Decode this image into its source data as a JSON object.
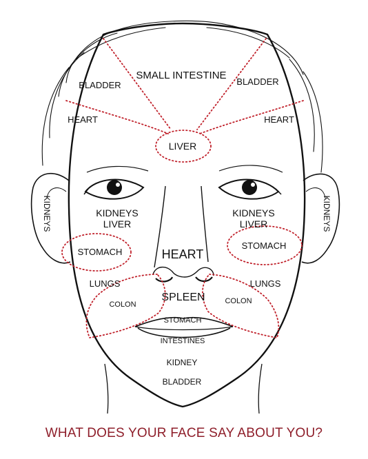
{
  "colors": {
    "line": "#111111",
    "zone_dots": "#c0202a",
    "caption": "#8e1e2a"
  },
  "labels": {
    "small_intestine": "SMALL INTESTINE",
    "bladder_left": "BLADDER",
    "bladder_right": "BLADDER",
    "heart_left": "HEART",
    "heart_right": "HEART",
    "liver_center": "LIVER",
    "kidneys_ear_left": "KIDNEYS",
    "kidneys_ear_right": "KIDNEYS",
    "kidneys_left": "KIDNEYS",
    "liver_left": "LIVER",
    "kidneys_right": "KIDNEYS",
    "liver_right": "LIVER",
    "stomach_left": "STOMACH",
    "stomach_right": "STOMACH",
    "heart_center": "HEART",
    "lungs_left": "LUNGS",
    "lungs_right": "LUNGS",
    "spleen": "SPLEEN",
    "colon_left": "COLON",
    "colon_right": "COLON",
    "stomach_mouth": "STOMACH",
    "intestines": "INTESTINES",
    "kidney": "KIDNEY",
    "bladder_chin": "BLADDER"
  },
  "caption": "WHAT DOES YOUR FACE SAY ABOUT YOU?"
}
